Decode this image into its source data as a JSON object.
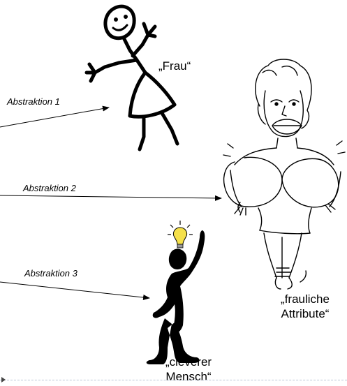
{
  "arrows": [
    {
      "label": "Abstraktion 1"
    },
    {
      "label": "Abstraktion 2"
    },
    {
      "label": "Abstraktion 3"
    }
  ],
  "figures": {
    "stick_woman": {
      "label": "„Frau“"
    },
    "cartoon_woman": {
      "line1": "„frauliche",
      "line2": "Attribute“"
    },
    "clever_man": {
      "line1": "„cleverer",
      "line2": "Mensch“"
    }
  },
  "icons": [
    "arrow-icon",
    "light-bulb-icon"
  ],
  "colors": {
    "ink": "#000000",
    "bulb": "#f5e04a",
    "divider": "#b9c4d6"
  }
}
